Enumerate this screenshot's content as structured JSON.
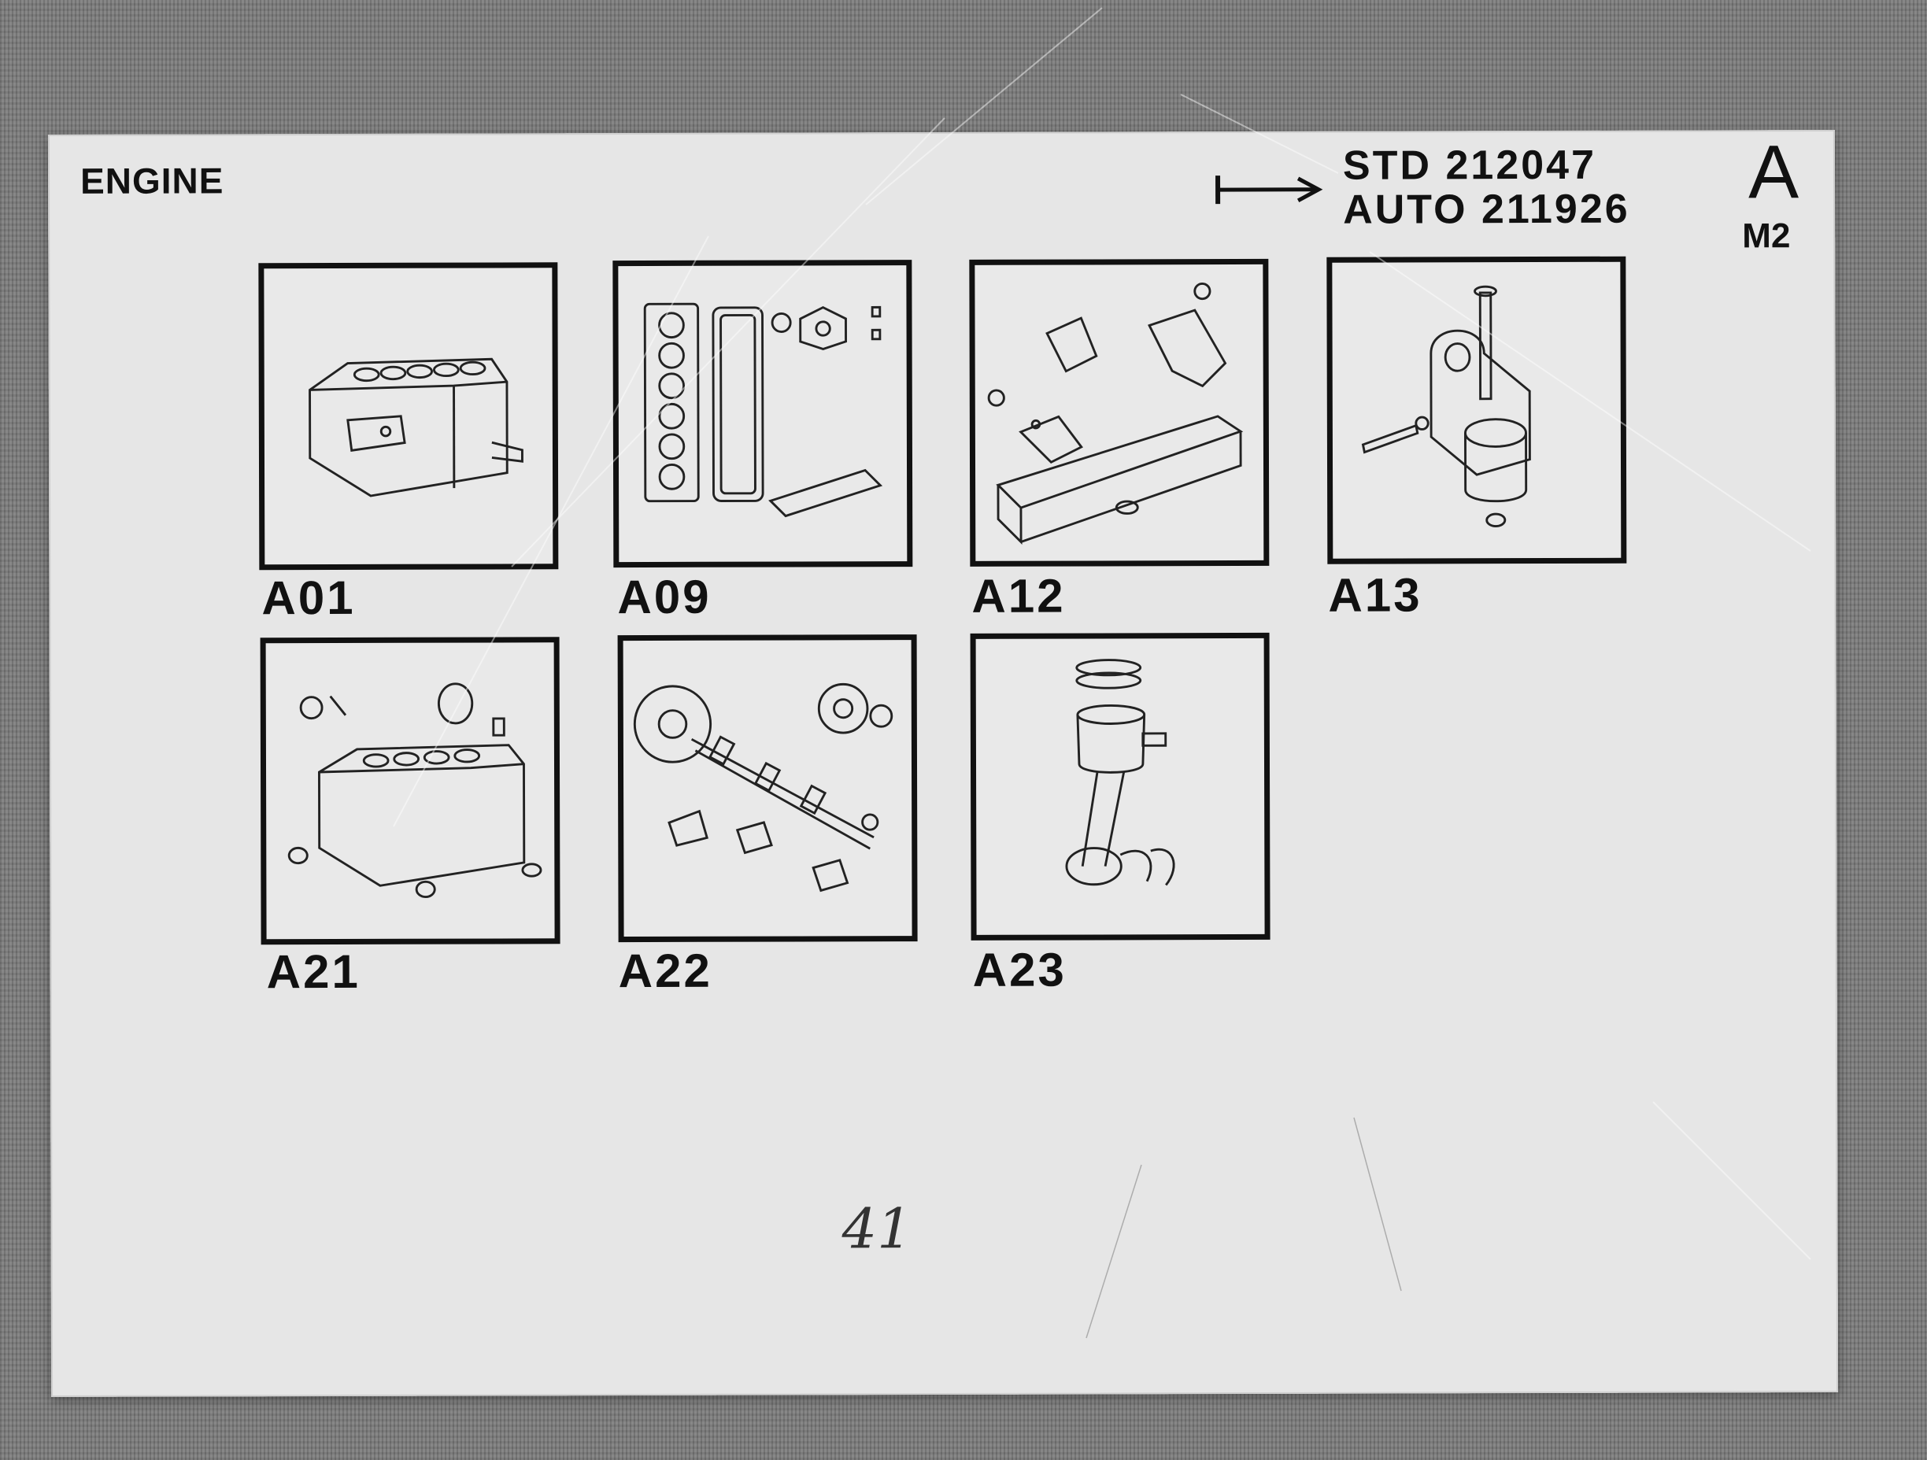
{
  "header": {
    "section_title": "ENGINE",
    "serial_std": "STD 212047",
    "serial_auto": "AUTO 211926",
    "group_letter": "A",
    "group_code": "M2",
    "arrow_icon": "right-arrow-from-bar-icon"
  },
  "tiles": [
    {
      "code": "A01",
      "icon": "cylinder-block-icon"
    },
    {
      "code": "A09",
      "icon": "gasket-set-icon"
    },
    {
      "code": "A12",
      "icon": "engine-mounting-icon"
    },
    {
      "code": "A13",
      "icon": "oil-filter-icon"
    },
    {
      "code": "A21",
      "icon": "block-plugs-icon"
    },
    {
      "code": "A22",
      "icon": "crankshaft-icon"
    },
    {
      "code": "A23",
      "icon": "piston-conrod-icon"
    }
  ],
  "footer": {
    "page_number": "41"
  }
}
